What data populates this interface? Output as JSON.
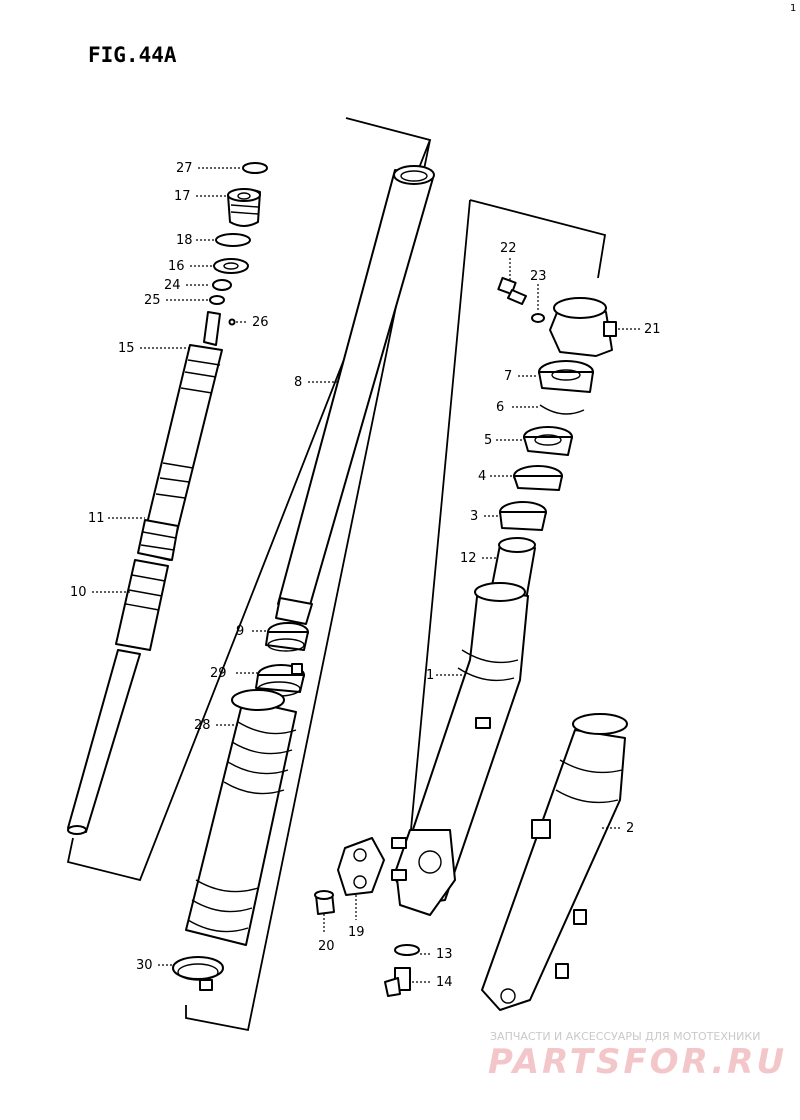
{
  "figure": {
    "title": "FIG.44A",
    "corner_mark": "1"
  },
  "callouts": [
    "27",
    "17",
    "18",
    "16",
    "24",
    "25",
    "26",
    "15",
    "11",
    "10",
    "8",
    "9",
    "29",
    "28",
    "30",
    "22",
    "23",
    "21",
    "7",
    "6",
    "5",
    "4",
    "3",
    "12",
    "1",
    "2",
    "20",
    "19",
    "13",
    "14"
  ],
  "watermark": {
    "tagline": "ЗАПЧАСТИ И АКСЕССУАРЫ ДЛЯ МОТОТЕХНИКИ",
    "logo": "PARTSFOR.RU",
    "color": "#e8a0a4"
  }
}
